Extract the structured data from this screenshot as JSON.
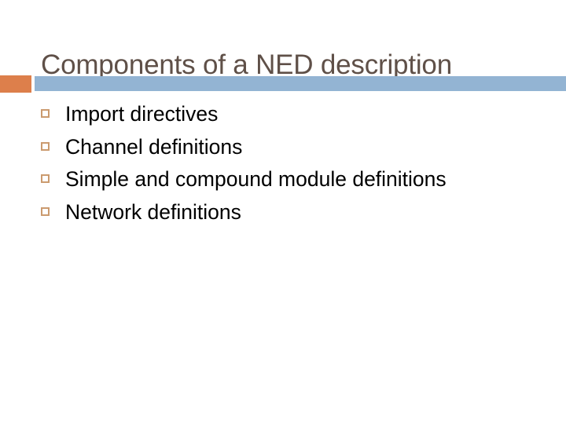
{
  "slide": {
    "title": "Components of a NED description",
    "background_color": "#ffffff",
    "title_color": "#5f5048",
    "accent_block_color": "#dd7f4b",
    "divider_bar_color": "#93b4d3",
    "bullet_marker_color": "#cb9b6f",
    "body_text_color": "#000000",
    "bullets": [
      {
        "text": "Import directives"
      },
      {
        "text": "Channel definitions"
      },
      {
        "text": "Simple and compound module definitions"
      },
      {
        "text": "Network definitions"
      }
    ]
  }
}
